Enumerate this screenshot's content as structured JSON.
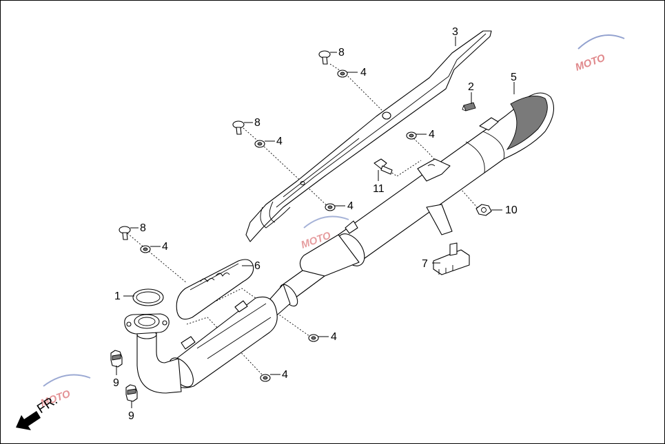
{
  "callouts": [
    {
      "id": "1",
      "label": "1"
    },
    {
      "id": "2",
      "label": "2"
    },
    {
      "id": "3",
      "label": "3"
    },
    {
      "id": "4a",
      "label": "4"
    },
    {
      "id": "4b",
      "label": "4"
    },
    {
      "id": "4c",
      "label": "4"
    },
    {
      "id": "4d",
      "label": "4"
    },
    {
      "id": "4e",
      "label": "4"
    },
    {
      "id": "4f",
      "label": "4"
    },
    {
      "id": "4g",
      "label": "4"
    },
    {
      "id": "5",
      "label": "5"
    },
    {
      "id": "6",
      "label": "6"
    },
    {
      "id": "7",
      "label": "7"
    },
    {
      "id": "8a",
      "label": "8"
    },
    {
      "id": "8b",
      "label": "8"
    },
    {
      "id": "8c",
      "label": "8"
    },
    {
      "id": "9a",
      "label": "9"
    },
    {
      "id": "9b",
      "label": "9"
    },
    {
      "id": "10",
      "label": "10"
    },
    {
      "id": "11",
      "label": "11"
    }
  ],
  "direction_label": "FR.",
  "watermark": {
    "text": "MOTO",
    "color_primary": "#c8272d",
    "color_secondary": "#3a56a8"
  }
}
